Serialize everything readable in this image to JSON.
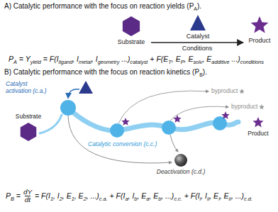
{
  "diagram": {
    "nodes": [
      {
        "text": [
          "Substrate"
        ]
      },
      {
        "text": [
          "Catalyst"
        ]
      },
      {
        "text": [
          "Product"
        ]
      },
      {
        "text": [
          "Substrate"
        ]
      },
      {
        "text": [
          "byproduct"
        ]
      },
      {
        "text": [
          "byproduct"
        ]
      },
      {
        "text": [
          "Product"
        ]
      },
      {
        "text": [
          "Deactivation (c.d.)"
        ]
      }
    ],
    "edges": [
      {
        "from": 0,
        "to": 2,
        "arrow": "to",
        "label": "Conditions"
      }
    ],
    "labels": [
      "A) Catalytic performance with the focus on reaction yields (P",
      "A",
      ").",
      "P",
      "A",
      " = Y",
      "yield",
      " = F(I",
      "ligand",
      ", I",
      "metal",
      ", I",
      "geometry",
      " ...)",
      "catalyst",
      " + F(E",
      "T",
      ", E",
      "P",
      ", E",
      "solv",
      ", E",
      "additive",
      " ...)",
      "conditions",
      "B) Catalytic performance with the focus on reaction kinetics (P",
      "B",
      ").",
      "Catalyst activation (c.a.)",
      "Catalytic conversion (c.c.)",
      "P",
      "B",
      " = ",
      "dY",
      "dt",
      " = F(I",
      "1",
      ", I",
      "2",
      ", E",
      "1",
      ", E",
      "2",
      ", ...)",
      "c.a.",
      " + F(I",
      "a",
      ", I",
      "b",
      ", E",
      "a",
      ", E",
      "b",
      ", ...)",
      "c.c.",
      " + F(I",
      "i",
      ", I",
      "ii",
      ", E",
      "i",
      ", E",
      "ii",
      ", ...)",
      "c.d."
    ]
  }
}
